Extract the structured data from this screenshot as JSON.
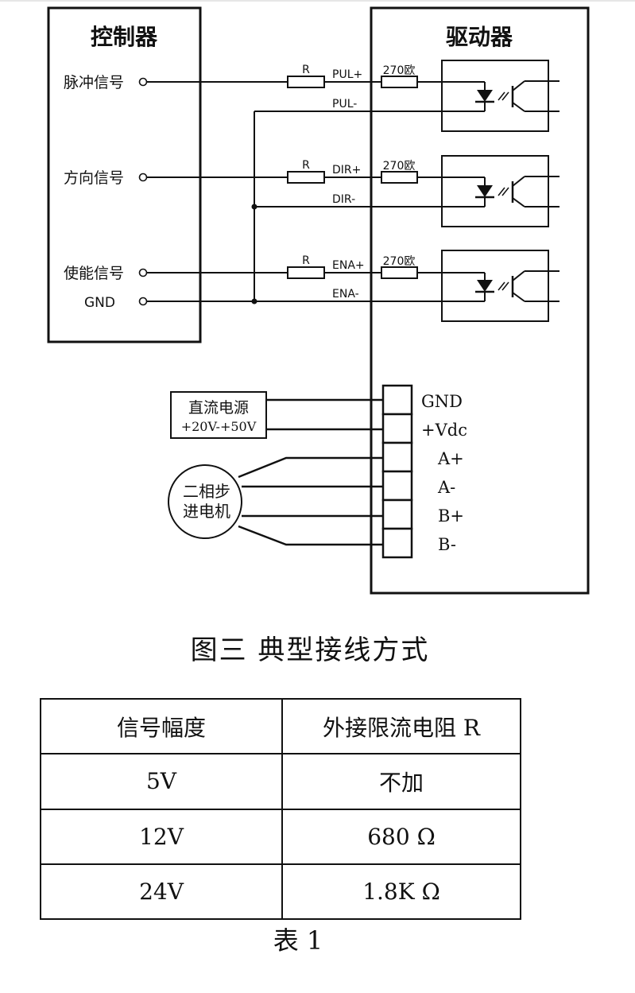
{
  "controller": {
    "title": "控制器",
    "pulse_label": "脉冲信号",
    "direction_label": "方向信号",
    "enable_label": "使能信号",
    "gnd_label": "GND"
  },
  "driver": {
    "title": "驱动器",
    "pul_plus": "PUL+",
    "pul_minus": "PUL-",
    "dir_plus": "DIR+",
    "dir_minus": "DIR-",
    "ena_plus": "ENA+",
    "ena_minus": "ENA-",
    "internal_resistor": "270欧",
    "terminals": [
      "GND",
      "+Vdc",
      "A+",
      "A-",
      "B+",
      "B-"
    ]
  },
  "external_resistor_label": "R",
  "power_supply": {
    "line1": "直流电源",
    "line2": "+20V-+50V"
  },
  "motor": {
    "line1": "二相步",
    "line2": "进电机"
  },
  "figure_caption": "图三  典型接线方式",
  "table": {
    "headers": [
      "信号幅度",
      "外接限流电阻 R"
    ],
    "rows": [
      [
        "5V",
        "不加"
      ],
      [
        "12V",
        "680 Ω"
      ],
      [
        "24V",
        "1.8K Ω"
      ]
    ],
    "caption": "表 1"
  }
}
